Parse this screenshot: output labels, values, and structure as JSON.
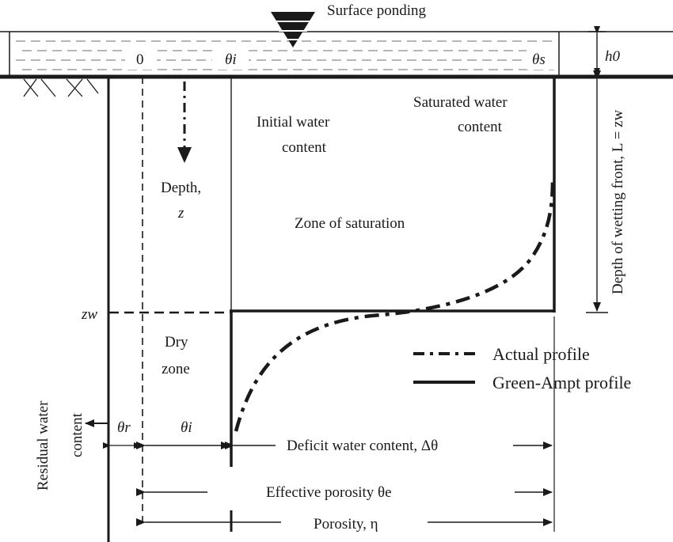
{
  "labels": {
    "surface_ponding": "Surface ponding",
    "zero": "0",
    "theta_i_top": "θi",
    "theta_s": "θs",
    "h0": "h0",
    "saturated_1": "Saturated water",
    "saturated_2": "content",
    "initial_1": "Initial water",
    "initial_2": "content",
    "depth_1": "Depth,",
    "depth_2": "z",
    "zone_saturation": "Zone of saturation",
    "depth_wetting": "Depth of wetting front, L = zw",
    "zw_left": "zw",
    "dry_1": "Dry",
    "dry_2": "zone",
    "residual_1": "Residual water",
    "residual_2": "content",
    "theta_r": "θr",
    "theta_i_bottom": "θi",
    "deficit": "Deficit water content, Δθ",
    "effective": "Effective porosity θe",
    "porosity": "Porosity,  η"
  },
  "legend": {
    "actual": "Actual profile",
    "green_ampt": "Green-Ampt profile"
  },
  "colors": {
    "ink": "#1a1a1a",
    "water_dash": "#8a8a8a",
    "background": "#ffffff"
  }
}
